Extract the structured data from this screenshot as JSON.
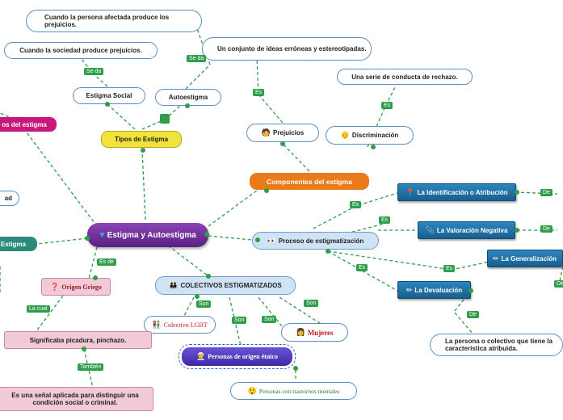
{
  "central": "Estigma y Autoestigma",
  "types": {
    "title": "Tipos de Estigma",
    "partial_left": "os del estigma",
    "social": "Estigma Social",
    "self": "Autoestigma",
    "social_desc": "Cuando la sociedad produce prejuicios.",
    "self_desc": "Cuando la persona afectada produce los prejuicios."
  },
  "components": {
    "title": "Componentes del estigma",
    "prejudice": "Prejuicios",
    "prejudice_desc": "Un conjunto de ideas erróneas y estereotipadas.",
    "discrimination": "Discriminación",
    "discrimination_desc": "Una serie de conducta de rechazo."
  },
  "process": {
    "title": "Proceso de estigmatización",
    "identification": "La Identificación o Atribución",
    "negative": "La Valoración Negativa",
    "generalization": "La Generalización",
    "devaluation": "La Devaluación",
    "devaluation_desc": "La persona o colectivo que tiene la característica atribuida."
  },
  "groups": {
    "title": "COLECTIVOS ESTIGMATIZADOS",
    "lgbt": "Colectivo LGBT",
    "ethnic": "Personas de origen étnico",
    "women": "Mujeres",
    "mental": "Personas con trastornos mentales"
  },
  "origin": {
    "title": "Origen Griego",
    "meaning": "Significaba picadura, pinchazo.",
    "sign": "Es una señal aplicada para distinguir una condición social o criminal."
  },
  "left_partial": {
    "ad": "ad",
    "estigma": "Estigma"
  },
  "labels": {
    "se_da": "Se da",
    "es": "Es",
    "es_de": "Es de",
    "la_cual": "La cual",
    "tambien": "También",
    "son": "Son",
    "de": "De"
  },
  "colors": {
    "line": "#2f9e4a",
    "central_bg": "#6a2c91",
    "types_bg": "#f3e23a",
    "components_bg": "#ea7b1a",
    "magenta": "#c8187b",
    "teal": "#2b8a7a",
    "blue_node": "#1f6fa6"
  }
}
